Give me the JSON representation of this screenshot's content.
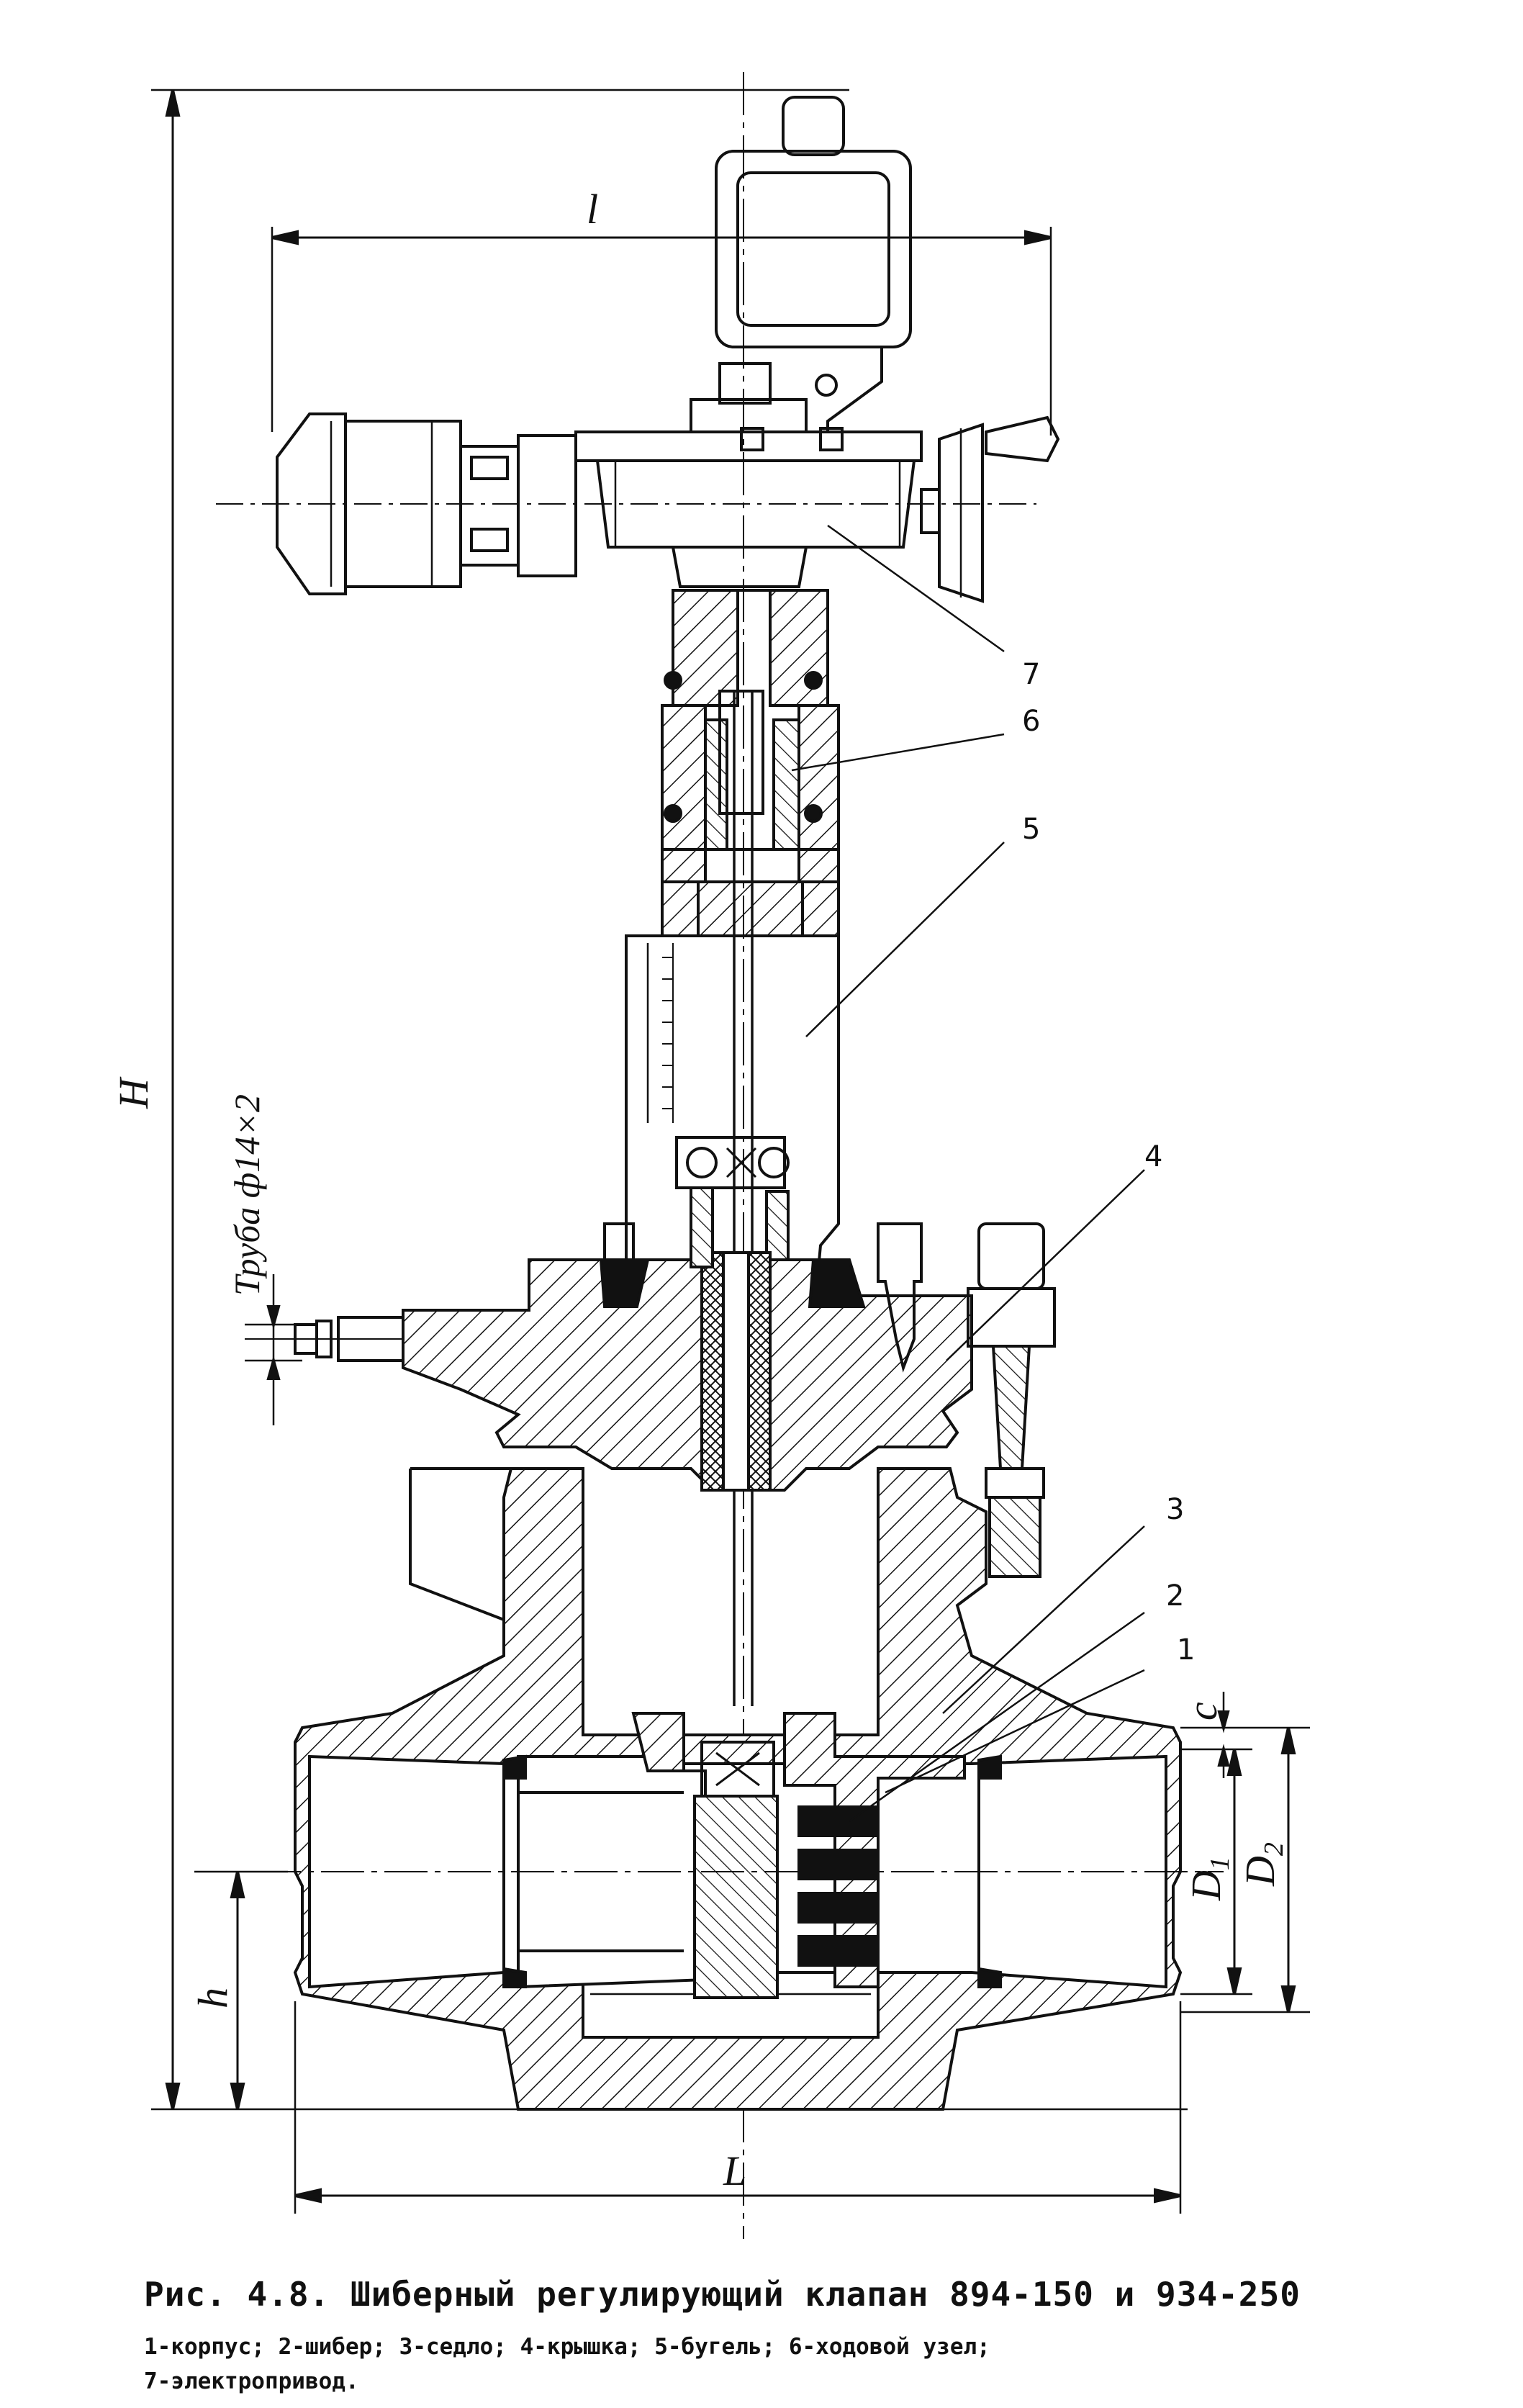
{
  "figure": {
    "caption": "Рис. 4.8. Шиберный регулирующий клапан 894-150 и 934-250",
    "legend": "1-корпус; 2-шибер; 3-седло; 4-крышка; 5-бугель; 6-ходовой узел;\n7-электропривод."
  },
  "dimensions": {
    "H": "H",
    "l": "l",
    "L": "L",
    "h": "h",
    "c": "c",
    "D1": "D",
    "D1_sub": "1",
    "D2": "D",
    "D2_sub": "2",
    "pipe": "Труба ф14×2"
  },
  "callouts": [
    "1",
    "2",
    "3",
    "4",
    "5",
    "6",
    "7"
  ],
  "colors": {
    "ink": "#111111",
    "paper": "#ffffff"
  }
}
